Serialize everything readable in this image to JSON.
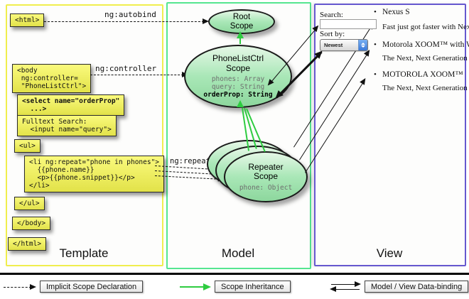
{
  "columns": {
    "template_label": "Template",
    "model_label": "Model",
    "view_label": "View"
  },
  "template_column": {
    "annotations": {
      "autobind": "ng:autobind",
      "controller": "ng:controller",
      "repeat": "ng:repeat"
    },
    "blocks": [
      {
        "id": "html-open",
        "text": "<html>"
      },
      {
        "id": "body-open",
        "text": "<body\n ng:controller=\n \"PhoneListCtrl\">"
      },
      {
        "id": "select",
        "text": "<select name=\"orderProp\"\n  ...>"
      },
      {
        "id": "fulltext",
        "text": "Fulltext Search:\n  <input name=\"query\">"
      },
      {
        "id": "ul-open",
        "text": "<ul>"
      },
      {
        "id": "li-repeat",
        "text": "<li ng:repeat=\"phone in phones\">\n  {{phone.name}}\n  <p>{{phone.snippet}}</p>\n</li>"
      },
      {
        "id": "ul-close",
        "text": "</ul>"
      },
      {
        "id": "body-close",
        "text": "</body>"
      },
      {
        "id": "html-close",
        "text": "</html>"
      }
    ]
  },
  "model_column": {
    "root_scope": {
      "title": "Root\nScope"
    },
    "phonelistctrl_scope": {
      "title": "PhoneListCtrl\nScope",
      "props_muted": "phones: Array\nquery: String",
      "prop_bold": "orderProp: String"
    },
    "repeater_scope": {
      "title": "Repeater\nScope",
      "prop": "phone: Object"
    }
  },
  "view_column": {
    "search_label": "Search:",
    "sort_label": "Sort by:",
    "sort_value": "Newest",
    "bullet": "•",
    "items": [
      {
        "title": "Nexus S",
        "desc": "Fast just got faster with Nexus S."
      },
      {
        "title": "Motorola XOOM™ with Wi-Fi",
        "desc": "The Next, Next Generation tablet."
      },
      {
        "title": "MOTOROLA XOOM™",
        "desc": "The Next, Next Generation tablet."
      }
    ]
  },
  "legend": {
    "implicit": "Implicit Scope Declaration",
    "inheritance": "Scope Inheritance",
    "databinding": "Model / View Data-binding"
  },
  "colors": {
    "template_border": "#f0ee4e",
    "model_border": "#55e690",
    "view_border": "#6658cf",
    "scope_fill": "#9ce2ab",
    "code_box_fill": "#eded5f",
    "inheritance_green": "#2ecc40"
  }
}
